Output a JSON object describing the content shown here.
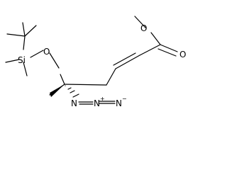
{
  "molecule": {
    "atoms": {
      "ester_oxygen": "O",
      "carbonyl_oxygen": "O",
      "ether_oxygen": "O",
      "silicon": "Si",
      "azide_n1": "N",
      "azide_n2": "N",
      "azide_n2_charge": "+",
      "azide_n3": "N",
      "azide_n3_charge": "−"
    }
  }
}
